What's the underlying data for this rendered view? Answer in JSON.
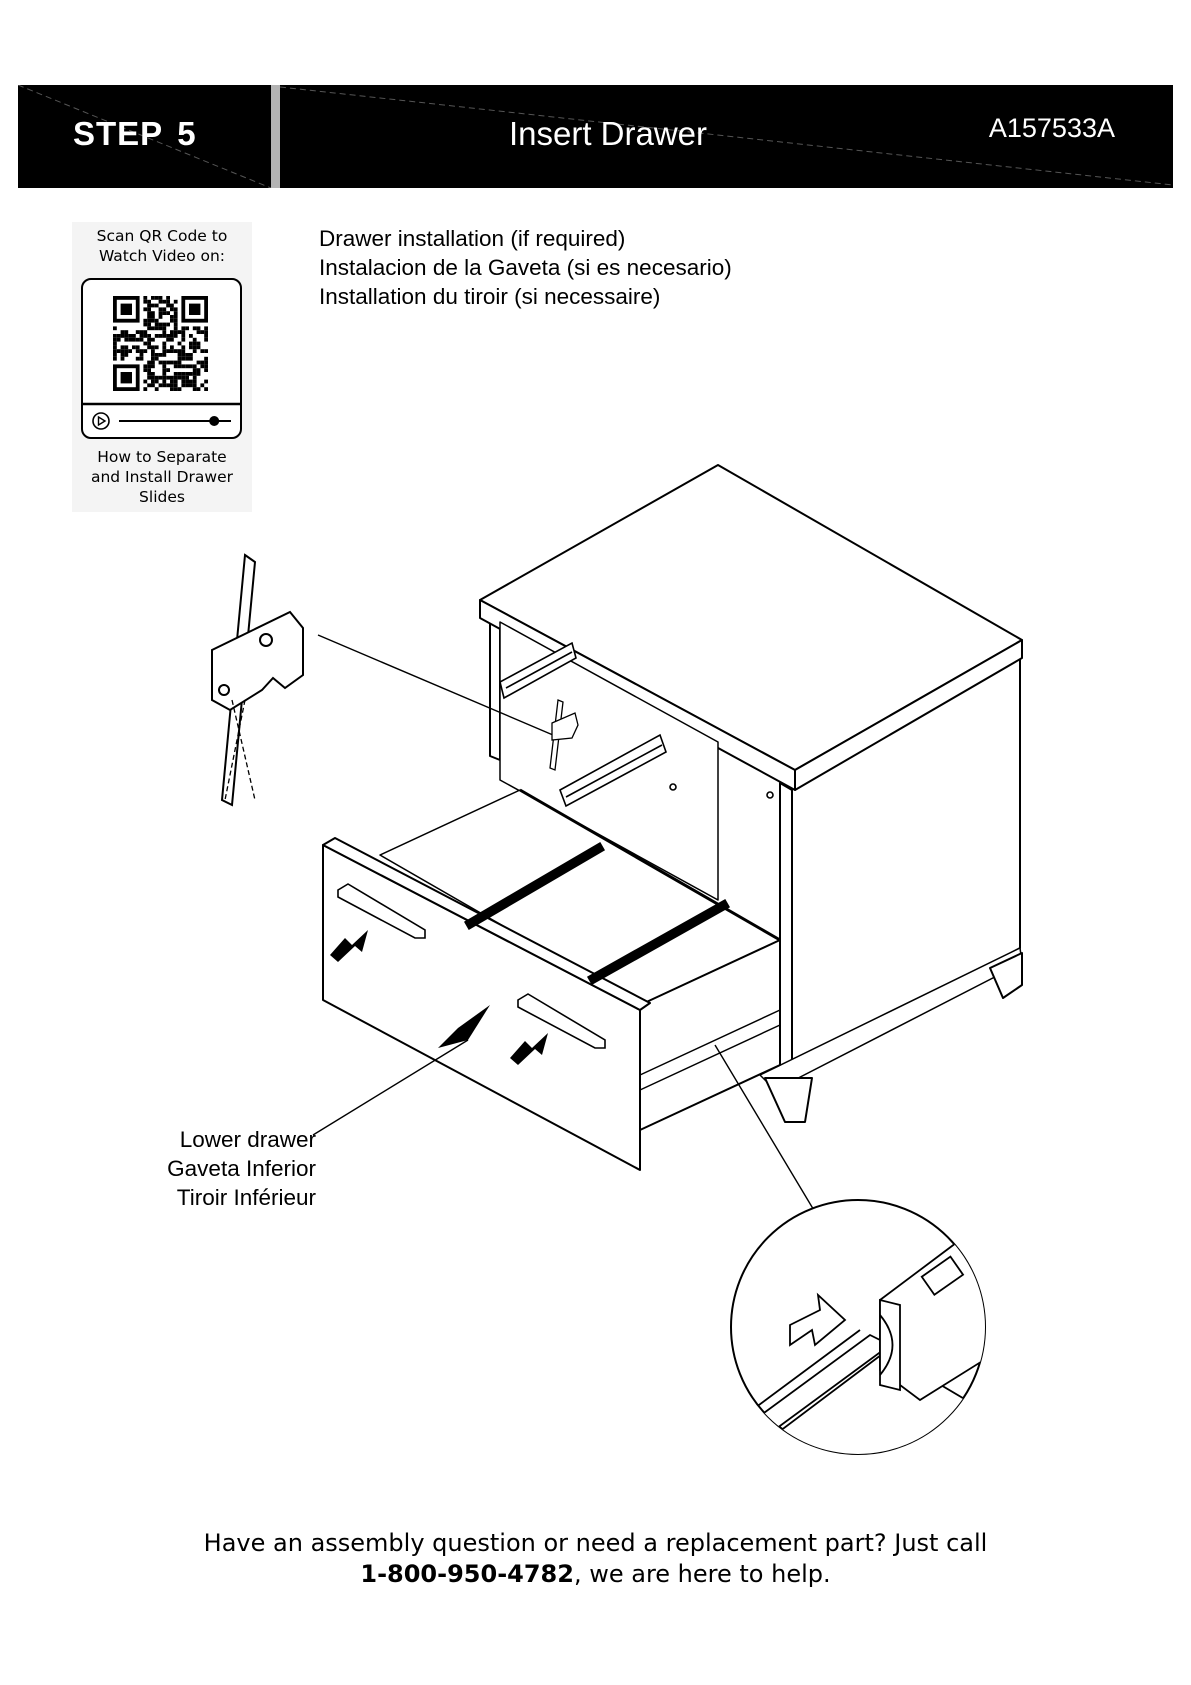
{
  "header": {
    "step_word": "STEP",
    "step_number": "5",
    "title": "Insert Drawer",
    "model_code": "A157533A"
  },
  "qr_panel": {
    "caption_top_line1": "Scan QR Code to",
    "caption_top_line2": "Watch Video on:",
    "caption_bottom_line1": "How to Separate",
    "caption_bottom_line2": "and Install Drawer",
    "caption_bottom_line3": "Slides",
    "video_progress": 0.85
  },
  "instructions": {
    "en": "Drawer installation (if required)",
    "es": "Instalacion de la Gaveta (si es necesario)",
    "fr": "Installation du tiroir (si necessaire)"
  },
  "callout": {
    "en": "Lower drawer",
    "es": "Gaveta Inferior",
    "fr": "Tiroir Inférieur"
  },
  "footer": {
    "line1": "Have an assembly question or need a replacement part? Just call",
    "phone": "1-800-950-4782",
    "line2_rest": ", we are here to help."
  }
}
